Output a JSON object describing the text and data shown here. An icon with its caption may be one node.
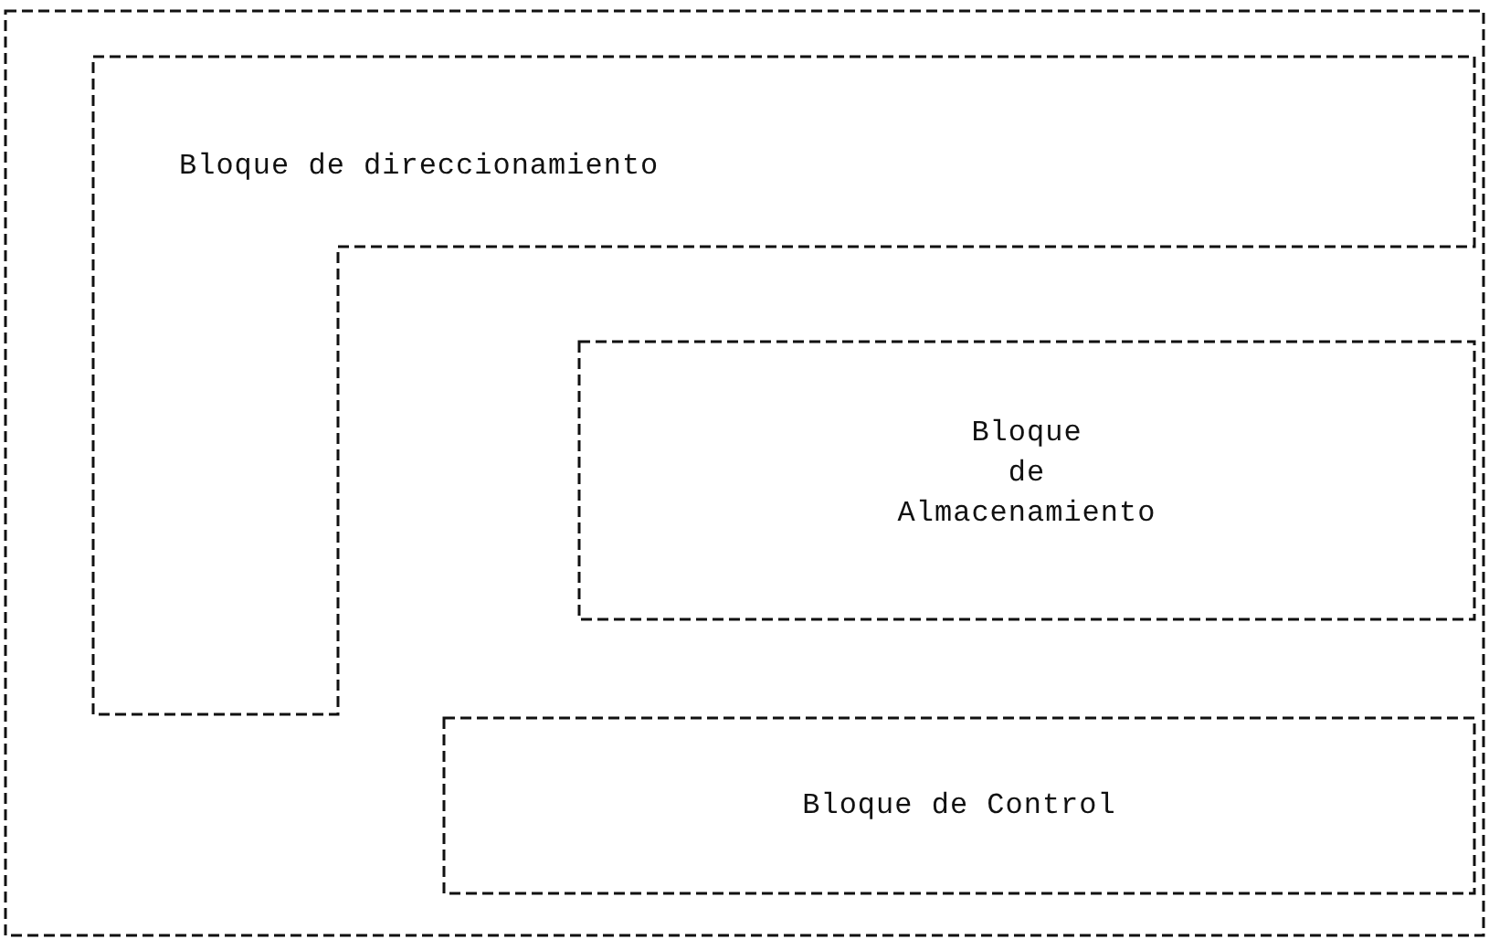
{
  "diagram": {
    "nodes": [
      {
        "text": [],
        "shape": "box"
      },
      {
        "text": [
          "Bloque de direccionamiento"
        ],
        "in": 0
      },
      {
        "text": [
          "Bloque de Almacenamiento"
        ],
        "in": 0
      },
      {
        "text": [
          "Bloque de Control"
        ],
        "in": 0
      }
    ]
  }
}
